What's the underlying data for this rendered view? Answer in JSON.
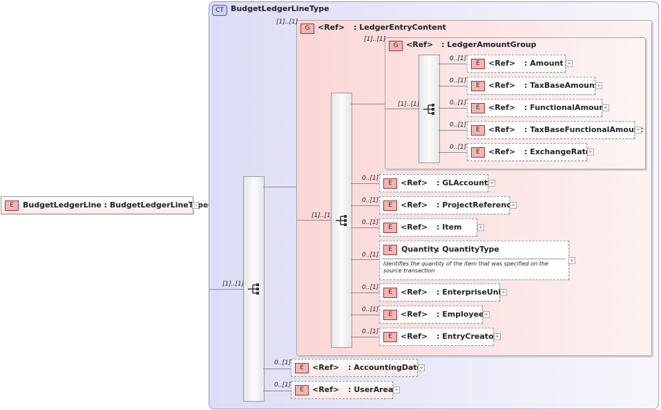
{
  "root": {
    "badge": "E",
    "label": "BudgetLedgerLine : BudgetLedgerLineType",
    "collapse_glyph": "−"
  },
  "complex_type": {
    "badge": "CT",
    "title": "BudgetLedgerLineType"
  },
  "outer_sequence": {
    "cardinality": "[1]..[1]"
  },
  "ledger_entry_group": {
    "badge": "G",
    "ref": "<Ref>",
    "name": ": LedgerEntryContent",
    "cardinality": "[1]..[1]"
  },
  "inner_sequence": {
    "cardinality": "[1]..[1]"
  },
  "amount_group": {
    "badge": "G",
    "ref": "<Ref>",
    "name": ": LedgerAmountGroup",
    "cardinality": "[1]..[1]"
  },
  "amount_sequence": {
    "cardinality": "[1]..[1]"
  },
  "amount_elements": [
    {
      "badge": "E",
      "ref": "<Ref>",
      "name": ": Amount",
      "cardinality": "0..[1]",
      "expand": "+"
    },
    {
      "badge": "E",
      "ref": "<Ref>",
      "name": ": TaxBaseAmount",
      "cardinality": "0..[1]",
      "expand": "+"
    },
    {
      "badge": "E",
      "ref": "<Ref>",
      "name": ": FunctionalAmount",
      "cardinality": "0..[1]",
      "expand": "+"
    },
    {
      "badge": "E",
      "ref": "<Ref>",
      "name": ": TaxBaseFunctionalAmount",
      "cardinality": "0..[1]",
      "expand": "+"
    },
    {
      "badge": "E",
      "ref": "<Ref>",
      "name": ": ExchangeRate",
      "cardinality": "0..[1]",
      "expand": "+"
    }
  ],
  "ledger_elements": [
    {
      "badge": "E",
      "ref": "<Ref>",
      "name": ": GLAccount",
      "cardinality": "0..[1]",
      "expand": "+"
    },
    {
      "badge": "E",
      "ref": "<Ref>",
      "name": ": ProjectReference",
      "cardinality": "0..[1]",
      "expand": "+"
    },
    {
      "badge": "E",
      "ref": "<Ref>",
      "name": ": Item",
      "cardinality": "0..[1]",
      "expand": "+"
    }
  ],
  "quantity": {
    "badge": "E",
    "label": "Quantity",
    "type": ": QuantityType",
    "cardinality": "0..[1]",
    "expand": "+",
    "documentation": "Identifies the quantity of the item that was specified on the source transaction"
  },
  "ledger_elements_2": [
    {
      "badge": "E",
      "ref": "<Ref>",
      "name": ": EnterpriseUnit",
      "cardinality": "0..[1]",
      "expand": "+"
    },
    {
      "badge": "E",
      "ref": "<Ref>",
      "name": ": Employee",
      "cardinality": "0..[1]",
      "expand": "+"
    },
    {
      "badge": "E",
      "ref": "<Ref>",
      "name": ": EntryCreator",
      "cardinality": "0..[1]",
      "expand": "+"
    }
  ],
  "outer_elements": [
    {
      "badge": "E",
      "ref": "<Ref>",
      "name": ": AccountingDate",
      "cardinality": "0..[1]",
      "expand": "+"
    },
    {
      "badge": "E",
      "ref": "<Ref>",
      "name": ": UserArea",
      "cardinality": "0..[1]",
      "expand": "+"
    }
  ]
}
